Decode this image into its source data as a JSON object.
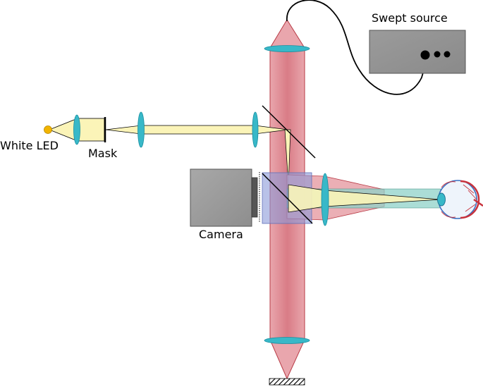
{
  "labels": {
    "swept_source": "Swept source",
    "white_led": "White LED",
    "mask": "Mask",
    "camera": "Camera"
  },
  "colors": {
    "red_beam": "#e8a5ab",
    "red_edge": "#b83a45",
    "yellow_beam": "#fbf4b8",
    "lens": "#38b8c8",
    "blue_box": "#8a9ad8",
    "teal_beam": "#8fd2c8",
    "led": "#f2b400",
    "box_gray": "#9a9a9a"
  }
}
